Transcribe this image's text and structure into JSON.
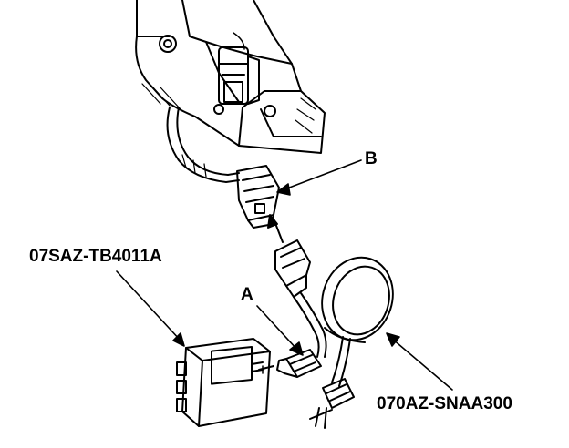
{
  "callouts": {
    "tool_box_part_number": "07SAZ-TB4011A",
    "connector_a": "A",
    "connector_b": "B",
    "adapter_harness_part_number": "070AZ-SNAA300"
  },
  "colors": {
    "line": "#000000",
    "background": "#ffffff",
    "fill": "#ffffff"
  }
}
